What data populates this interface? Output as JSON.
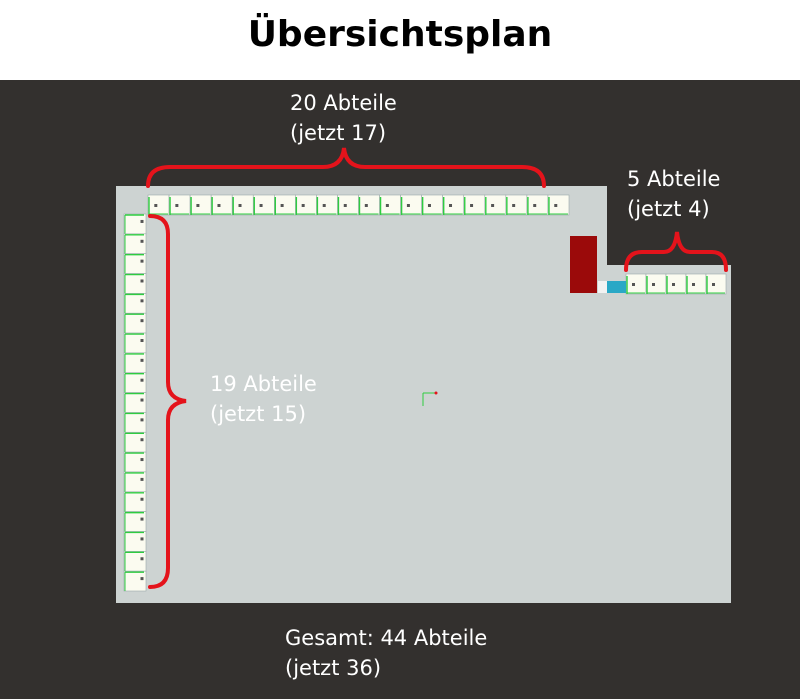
{
  "title": "Übersichtsplan",
  "labels": {
    "top": {
      "line1": "20 Abteile",
      "line2": "(jetzt 17)"
    },
    "right": {
      "line1": "5 Abteile",
      "line2": "(jetzt 4)"
    },
    "left": {
      "line1": "19 Abteile",
      "line2": "(jetzt 15)"
    },
    "total": {
      "line1": "Gesamt: 44 Abteile",
      "line2": "(jetzt 36)"
    }
  },
  "sections": [
    {
      "name": "top-row",
      "compartments": 20
    },
    {
      "name": "right-row",
      "compartments": 5
    },
    {
      "name": "left-column",
      "compartments": 19
    }
  ],
  "colors": {
    "background": "#33302e",
    "floor": "#cdd3d2",
    "brace": "#e4131b",
    "compartment": "#fbfbf0",
    "divider": "#2ecc40",
    "block_dark_red": "#9b0a0a",
    "block_blue": "#2aa8c6"
  }
}
